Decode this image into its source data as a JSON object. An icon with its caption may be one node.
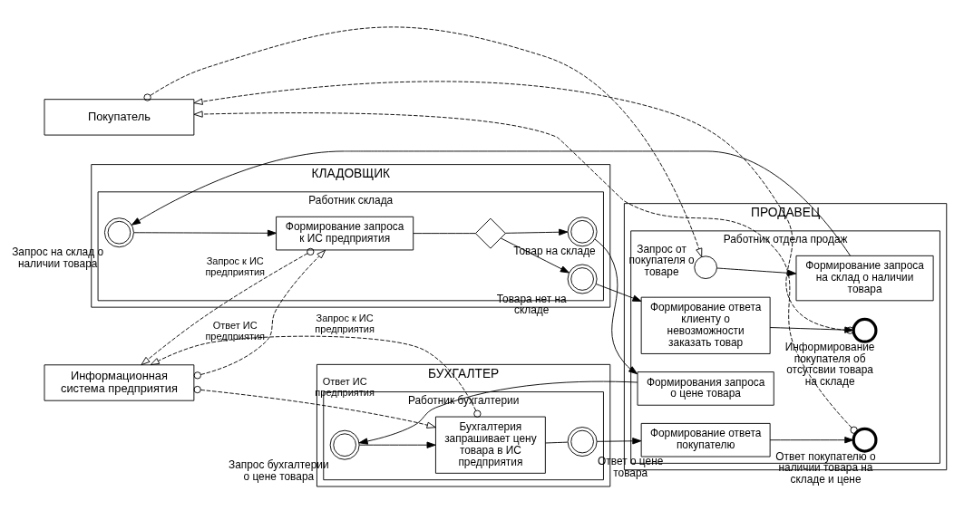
{
  "diagram": {
    "nodes": [
      {
        "text": [
          "Покупатель"
        ]
      },
      {
        "text": [
          "ПРОДАВЕЦ"
        ]
      },
      {
        "text": [
          "Работник отдела продаж"
        ],
        "in": 1
      },
      {
        "text": [],
        "shape": "circle",
        "beside": [
          "Запрос от покупателя о товаре"
        ],
        "in": 2
      },
      {
        "text": [
          "Формирование запроса на склад о наличии товара"
        ],
        "in": 2
      },
      {
        "text": [
          "Формирование ответа клиенту о невозможности заказать товар"
        ],
        "in": 2
      },
      {
        "text": [],
        "shape": "circle",
        "beside": [
          "Информирование покупателя об отсутсвии товара на складе"
        ],
        "in": 2
      },
      {
        "text": [
          "Формирования запроса о цене товара"
        ],
        "in": 2
      },
      {
        "text": [
          "Формирование ответа покупателю"
        ],
        "in": 2
      },
      {
        "text": [],
        "shape": "circle",
        "beside": [
          "Ответ покупателю о наличии товара на складе и цене"
        ],
        "in": 2
      },
      {
        "text": [
          "КЛАДОВЩИК"
        ]
      },
      {
        "text": [
          "Работник склада"
        ],
        "in": 10
      },
      {
        "text": [],
        "shape": "circle",
        "beside": [
          "Запрос на склад о наличии товара"
        ],
        "in": 11
      },
      {
        "text": [
          "Формирование запроса к ИС предприятия"
        ],
        "in": 11
      },
      {
        "text": [],
        "shape": "diamond",
        "in": 11
      },
      {
        "text": [],
        "shape": "circle",
        "beside": [
          "Товара нет на складе"
        ],
        "in": 11
      },
      {
        "text": [],
        "shape": "circle",
        "beside": [
          "Товар на складе"
        ],
        "in": 11
      },
      {
        "text": [
          "БУХГАЛТЕР"
        ]
      },
      {
        "text": [
          "Работник бухгалтерии"
        ],
        "in": 17
      },
      {
        "text": [],
        "shape": "circle",
        "beside": [
          "Запрос бухгалтерии о цене товара"
        ],
        "in": 18
      },
      {
        "text": [
          "Бухгалтерия запрашивает цену товара в ИС предприятия"
        ],
        "in": 18
      },
      {
        "text": [],
        "shape": "circle",
        "beside": [
          "Ответ о цене товара"
        ],
        "in": 18
      },
      {
        "text": [
          "Информационная система предприятия"
        ]
      }
    ],
    "edges": [
      {
        "from": 0,
        "to": 3,
        "arrow": "to",
        "style": "dashed"
      },
      {
        "from": 3,
        "to": 4,
        "arrow": "to"
      },
      {
        "from": 4,
        "to": 12,
        "arrow": "to"
      },
      {
        "from": 12,
        "to": 13,
        "arrow": "to"
      },
      {
        "from": 13,
        "to": 14,
        "arrow": "none"
      },
      {
        "from": 14,
        "to": 15,
        "arrow": "to"
      },
      {
        "from": 14,
        "to": 16,
        "arrow": "to"
      },
      {
        "from": 15,
        "to": 5,
        "arrow": "to"
      },
      {
        "from": 5,
        "to": 6,
        "arrow": "to"
      },
      {
        "from": 6,
        "to": 0,
        "arrow": "to",
        "style": "dashed"
      },
      {
        "from": 16,
        "to": 7,
        "arrow": "to"
      },
      {
        "from": 7,
        "to": 19,
        "arrow": "to"
      },
      {
        "from": 19,
        "to": 20,
        "arrow": "to"
      },
      {
        "from": 20,
        "to": 21,
        "arrow": "none"
      },
      {
        "from": 21,
        "to": 8,
        "arrow": "to"
      },
      {
        "from": 8,
        "to": 9,
        "arrow": "to"
      },
      {
        "from": 9,
        "to": 0,
        "arrow": "to",
        "style": "dashed"
      },
      {
        "from": 13,
        "to": 22,
        "arrow": "to",
        "style": "dashed",
        "label": "Запрос к ИС предприятия"
      },
      {
        "from": 22,
        "to": 13,
        "arrow": "to",
        "style": "dashed",
        "label": "Ответ ИС предприятия"
      },
      {
        "from": 20,
        "to": 22,
        "arrow": "to",
        "style": "dashed",
        "label": "Запрос к ИС предприятия"
      },
      {
        "from": 22,
        "to": 20,
        "arrow": "to",
        "style": "dashed",
        "label": "Ответ ИС предприятия"
      }
    ]
  }
}
